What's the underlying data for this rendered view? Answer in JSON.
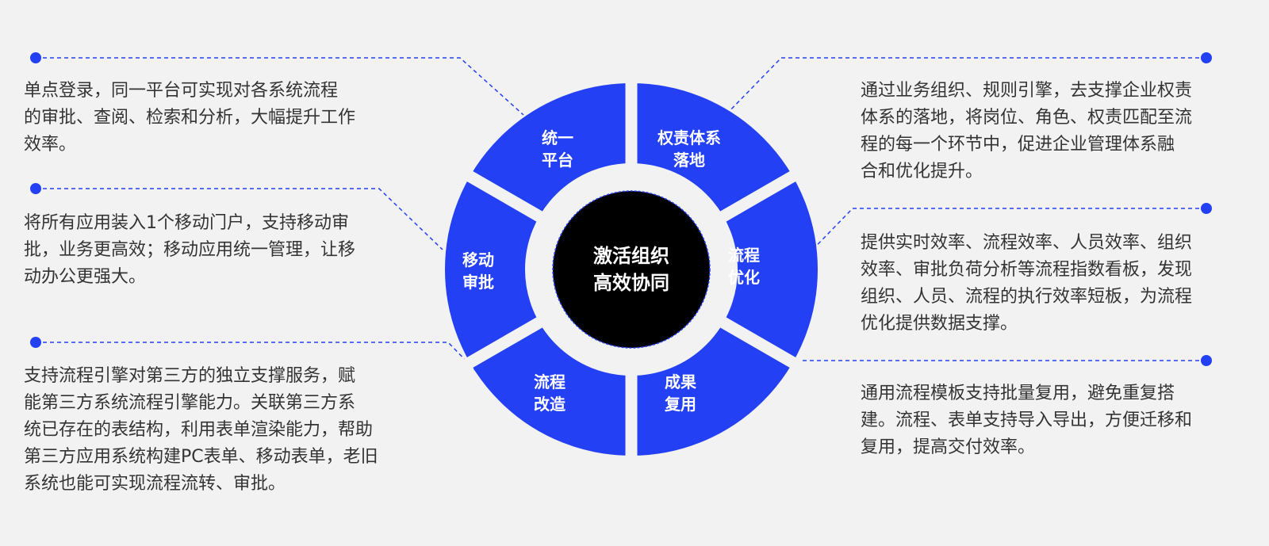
{
  "colors": {
    "accent": "#2340f5",
    "background": "#f2f2f2",
    "center": "#000000"
  },
  "center": {
    "line1": "激活组织",
    "line2": "高效协同"
  },
  "segments": [
    {
      "line1": "统一",
      "line2": "平台"
    },
    {
      "line1": "权责体系",
      "line2": "落地"
    },
    {
      "line1": "流程",
      "line2": "优化"
    },
    {
      "line1": "成果",
      "line2": "复用"
    },
    {
      "line1": "流程",
      "line2": "改造"
    },
    {
      "line1": "移动",
      "line2": "审批"
    }
  ],
  "descriptions": {
    "unified_platform": [
      "单点登录，同一平台可实现对各系统流程",
      "的审批、查阅、检索和分析，大幅提升工作",
      "效率。"
    ],
    "mobile_approval": [
      "将所有应用装入1个移动门户，支持移动审",
      "批，业务更高效；移动应用统一管理，让移",
      "动办公更强大。"
    ],
    "process_transform": [
      "支持流程引擎对第三方的独立支撑服务，赋",
      "能第三方系统流程引擎能力。关联第三方系",
      "统已存在的表结构，利用表单渲染能力，帮助",
      "第三方应用系统构建PC表单、移动表单，老旧",
      "系统也能可实现流程流转、审批。"
    ],
    "responsibility": [
      "通过业务组织、规则引擎，去支撑企业权责",
      "体系的落地，将岗位、角色、权责匹配至流",
      "程的每一个环节中，促进企业管理体系融",
      "合和优化提升。"
    ],
    "process_optimize": [
      "提供实时效率、流程效率、人员效率、组织",
      "效率、审批负荷分析等流程指数看板，发现",
      "组织、人员、流程的执行效率短板，为流程",
      "优化提供数据支撑。"
    ],
    "reuse": [
      "通用流程模板支持批量复用，避免重复搭",
      "建。流程、表单支持导入导出，方便迁移和",
      "复用，提高交付效率。"
    ]
  }
}
